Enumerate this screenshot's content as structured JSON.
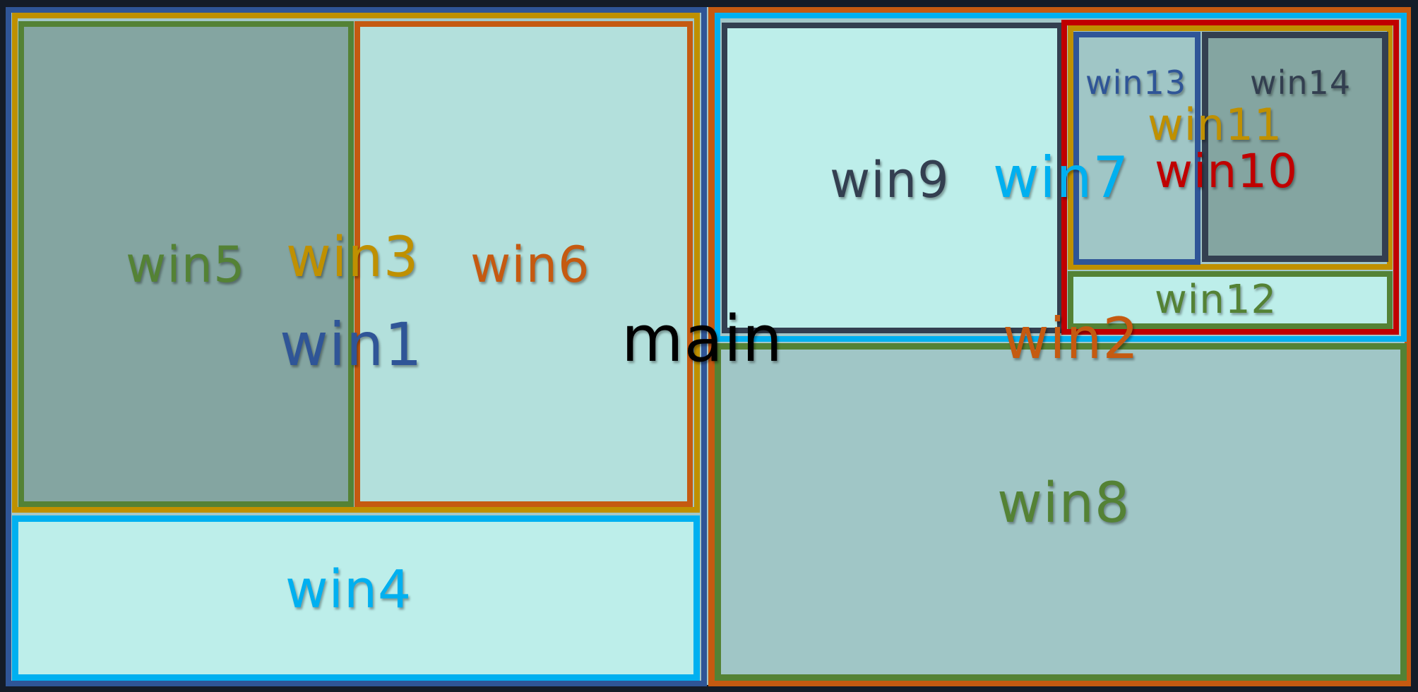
{
  "colors": {
    "background": "#141c28",
    "main_fill": "#a3c7c8",
    "pane_light": "#b3e0dc",
    "pane_lighter": "#bdeeea",
    "pane_dark": "#84a5a1",
    "pane_mid": "#a0c6c6",
    "blue": "#2f5597",
    "gold": "#bf9000",
    "orange": "#c55a11",
    "green": "#548235",
    "cyan": "#00b0f0",
    "red": "#c00000",
    "slate": "#333f50",
    "black": "#000000"
  },
  "labels": {
    "main": "main",
    "win1": "win1",
    "win2": "win2",
    "win3": "win3",
    "win4": "win4",
    "win5": "win5",
    "win6": "win6",
    "win7": "win7",
    "win8": "win8",
    "win9": "win9",
    "win10": "win10",
    "win11": "win11",
    "win12": "win12",
    "win13": "win13",
    "win14": "win14"
  }
}
